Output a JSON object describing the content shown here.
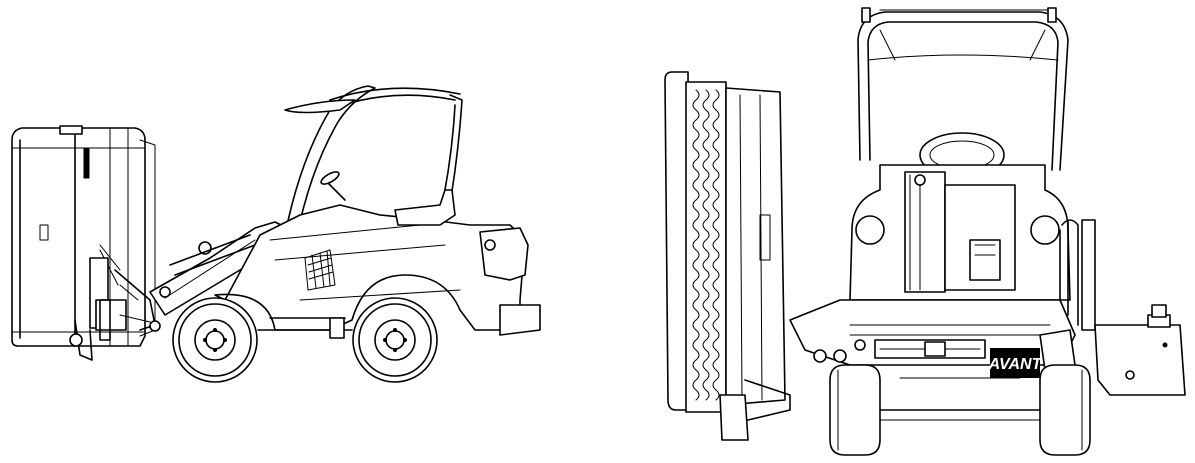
{
  "brand": {
    "logo_text": "AVANT"
  },
  "views": [
    {
      "name": "side-view"
    },
    {
      "name": "front-view"
    }
  ],
  "colors": {
    "line": "#000000",
    "background": "#ffffff"
  }
}
